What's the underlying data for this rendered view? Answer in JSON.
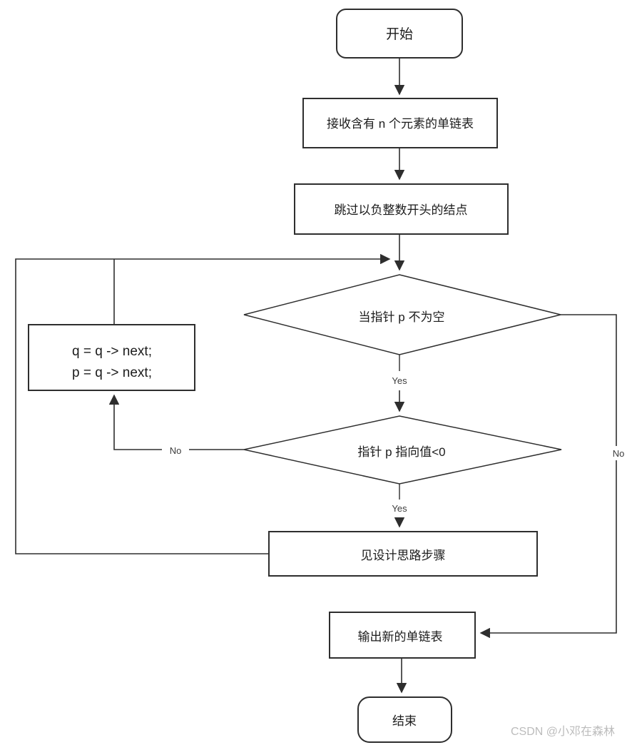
{
  "colors": {
    "line": "#2e2e2e",
    "node-border": "#2e2e2e",
    "node-fill": "#ffffff",
    "text": "#1c1c1c",
    "edge-label": "#3d3d3d",
    "watermark": "#bcbcbc",
    "background": "#ffffff"
  },
  "nodes": {
    "start": {
      "type": "terminator",
      "label": "开始"
    },
    "receive": {
      "type": "process",
      "label": "接收含有 n 个元素的单链表"
    },
    "skip": {
      "type": "process",
      "label": "跳过以负整数开头的结点"
    },
    "loop_cond": {
      "type": "decision",
      "label": "当指针 p 不为空"
    },
    "advance": {
      "type": "process",
      "line1": "q = q -> next;",
      "line2": "p = q -> next;"
    },
    "neg_check": {
      "type": "decision",
      "label": "指针 p 指向值<0"
    },
    "design": {
      "type": "process",
      "label": "见设计思路步骤"
    },
    "output": {
      "type": "process",
      "label": "输出新的单链表"
    },
    "end": {
      "type": "terminator",
      "label": "结束"
    }
  },
  "edge_labels": {
    "loop_yes": "Yes",
    "neg_yes": "Yes",
    "neg_no": "No",
    "loop_no": "No"
  },
  "watermark": "CSDN @小邓在森林"
}
